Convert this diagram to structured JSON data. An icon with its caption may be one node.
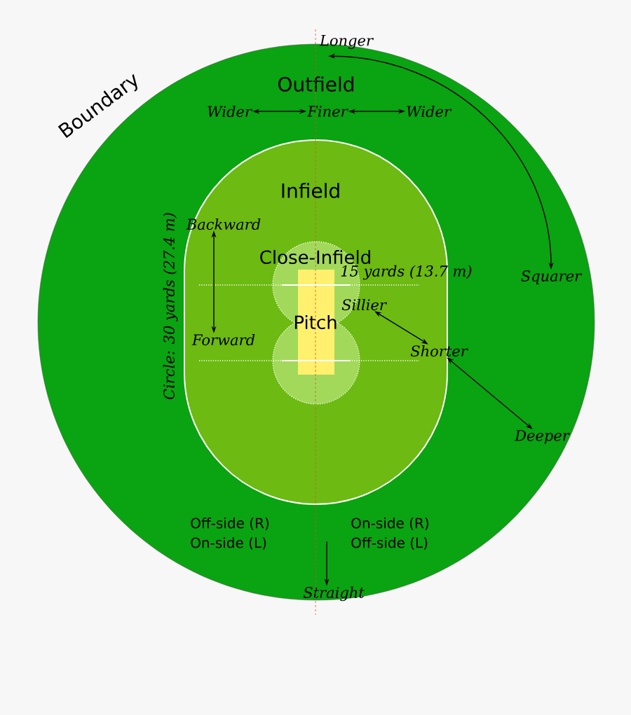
{
  "diagram": {
    "nodes": [
      {
        "text": [
          "Outfield"
        ],
        "beside": [
          "Boundary"
        ]
      },
      {
        "text": [
          "Infield"
        ],
        "in": 0
      },
      {
        "text": [
          "Close-Infield"
        ],
        "in": 1
      },
      {
        "text": [
          "Pitch"
        ],
        "in": 2
      },
      {
        "text": [
          "Longer"
        ]
      },
      {
        "text": [
          "Wider"
        ],
        "in": 0
      },
      {
        "text": [
          "Finer"
        ],
        "in": 0
      },
      {
        "text": [
          "Wider"
        ],
        "in": 0
      },
      {
        "text": [
          "Squarer"
        ],
        "in": 0
      },
      {
        "text": [
          "Backward"
        ],
        "in": 1
      },
      {
        "text": [
          "Forward"
        ],
        "in": 1
      },
      {
        "text": [
          "Sillier"
        ],
        "in": 1
      },
      {
        "text": [
          "Shorter"
        ],
        "in": 0
      },
      {
        "text": [
          "Deeper"
        ],
        "in": 0
      },
      {
        "text": [
          "Straight"
        ],
        "in": 0
      }
    ],
    "edges": [
      {
        "from": 5,
        "to": 6,
        "arrow": "both"
      },
      {
        "from": 6,
        "to": 7,
        "arrow": "both"
      },
      {
        "from": 4,
        "to": 8,
        "arrow": "both"
      },
      {
        "from": 9,
        "to": 10,
        "arrow": "both"
      },
      {
        "from": 11,
        "to": 12,
        "arrow": "both"
      },
      {
        "from": 12,
        "to": 13,
        "arrow": "both"
      },
      {
        "from": null,
        "to": 14,
        "arrow": "to"
      }
    ],
    "labels": [
      "Circle: 30 yards (27.4 m)",
      "15 yards (13.7 m)",
      "Off-side (R)",
      "On-side (R)",
      "On-side (L)",
      "Off-side (L)"
    ]
  }
}
